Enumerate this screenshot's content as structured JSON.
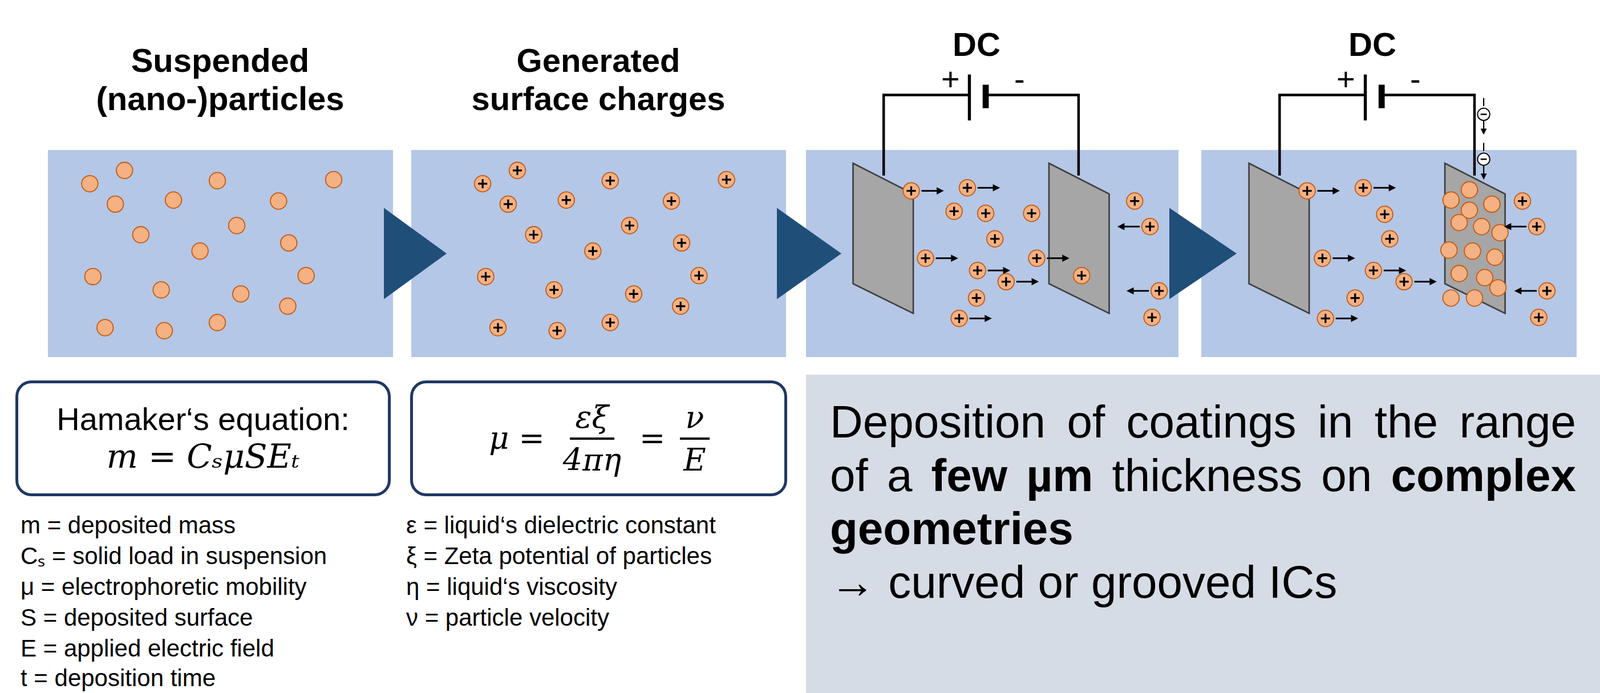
{
  "diagram": {
    "nodes": [
      {
        "text": [
          "Suspended (nano-)particles"
        ]
      },
      {
        "text": [
          "Generated surface charges"
        ]
      },
      {
        "text": [
          "DC"
        ]
      },
      {
        "text": [
          "DC"
        ]
      },
      {
        "text": [
          "Hamaker‘s equation:",
          "m = CₛμSEₜ"
        ]
      },
      {
        "text": [
          "μ =",
          "εξ",
          "4πη",
          "=",
          "ν",
          "E"
        ]
      },
      {
        "text": [
          "Deposition of coatings in the range of a",
          "few µm",
          "thickness on",
          "complex geometries",
          "→ curved or grooved ICs"
        ]
      }
    ],
    "edges": [
      {
        "from": 0,
        "to": 1,
        "arrow": "to"
      },
      {
        "from": 1,
        "to": 2,
        "arrow": "to"
      },
      {
        "from": 2,
        "to": 3,
        "arrow": "to"
      }
    ],
    "labels": [
      "+",
      "-",
      "+",
      "-",
      "m = deposited mass",
      "Cₛ = solid load in suspension",
      "μ = electrophoretic mobility",
      "S = deposited surface",
      "E = applied electric field",
      "t = deposition time",
      "ε = liquid‘s dielectric constant",
      "ξ = Zeta potential of particles",
      "η = liquid‘s viscosity",
      "ν = particle velocity"
    ]
  }
}
